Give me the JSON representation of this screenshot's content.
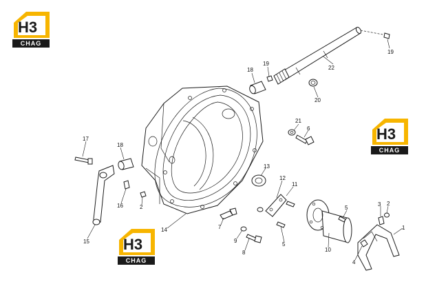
{
  "logos": [
    {
      "mark": "H3",
      "word": "CHAG",
      "brand_color": "#f7b500",
      "dark_color": "#1a1a1a"
    },
    {
      "mark": "H3",
      "word": "CHAG",
      "brand_color": "#f7b500",
      "dark_color": "#1a1a1a"
    },
    {
      "mark": "H3",
      "word": "CHAG",
      "brand_color": "#f7b500",
      "dark_color": "#1a1a1a"
    }
  ],
  "callouts": [
    "19",
    "22",
    "19",
    "18",
    "20",
    "21",
    "6",
    "17",
    "18",
    "13",
    "12",
    "11",
    "5",
    "3",
    "2",
    "1",
    "16",
    "2",
    "14",
    "7",
    "9",
    "8",
    "5",
    "10",
    "4",
    "15"
  ]
}
